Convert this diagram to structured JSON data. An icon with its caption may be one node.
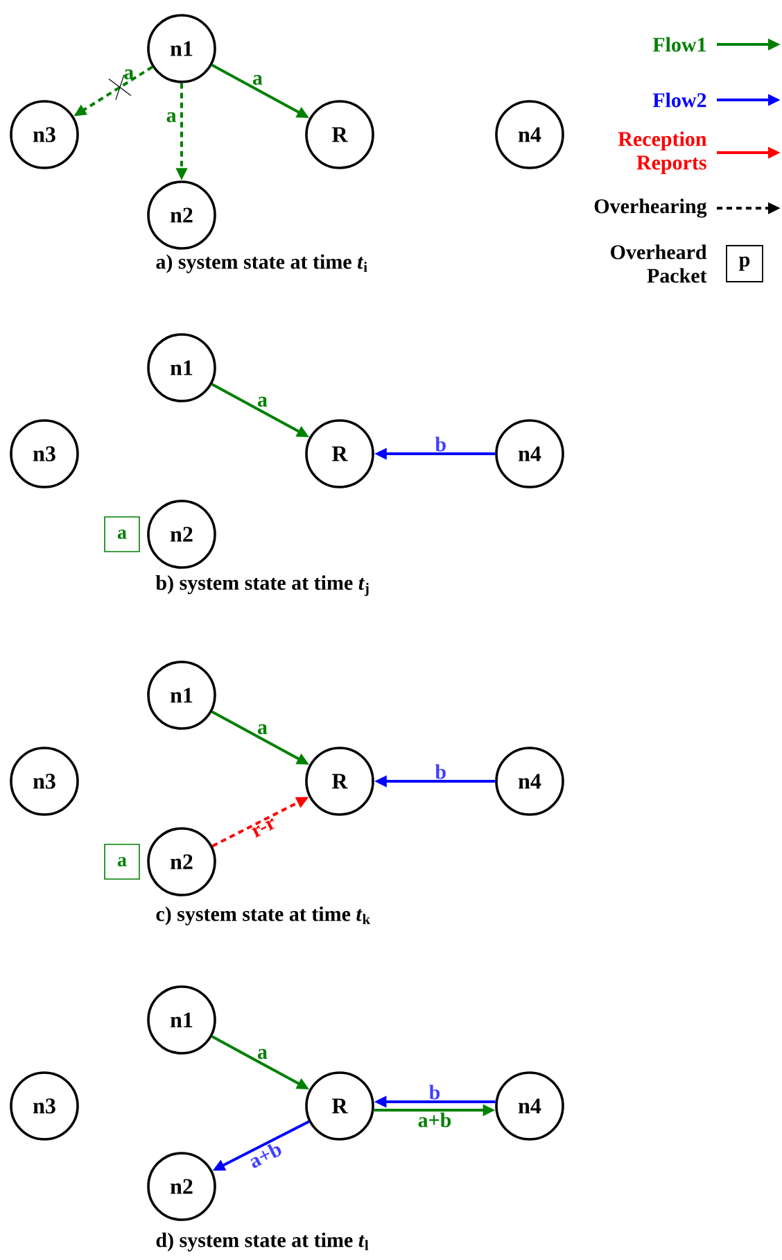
{
  "diagram": {
    "nodes": [
      {
        "text": [
          "n1"
        ]
      },
      {
        "text": [
          "n3"
        ]
      },
      {
        "text": [
          "R"
        ]
      },
      {
        "text": [
          "n4"
        ]
      },
      {
        "text": [
          "n2"
        ]
      },
      {
        "text": [
          "n1"
        ]
      },
      {
        "text": [
          "n3"
        ]
      },
      {
        "text": [
          "R"
        ]
      },
      {
        "text": [
          "n4"
        ]
      },
      {
        "text": [
          "a"
        ]
      },
      {
        "text": [
          "n2"
        ]
      },
      {
        "text": [
          "n1"
        ]
      },
      {
        "text": [
          "n3"
        ]
      },
      {
        "text": [
          "R"
        ]
      },
      {
        "text": [
          "n4"
        ]
      },
      {
        "text": [
          "a"
        ]
      },
      {
        "text": [
          "n2"
        ]
      },
      {
        "text": [
          "n1"
        ]
      },
      {
        "text": [
          "n3"
        ]
      },
      {
        "text": [
          "R"
        ]
      },
      {
        "text": [
          "n4"
        ]
      },
      {
        "text": [
          "n2"
        ]
      }
    ],
    "edges": [
      {
        "from": 0,
        "to": 1,
        "arrow": "to",
        "style": "dashed",
        "label": "a"
      },
      {
        "from": 0,
        "to": 4,
        "arrow": "to",
        "style": "dashed",
        "label": "a"
      },
      {
        "from": 0,
        "to": 2,
        "arrow": "to",
        "label": "a"
      },
      {
        "from": 5,
        "to": 7,
        "arrow": "to",
        "label": "a"
      },
      {
        "from": 8,
        "to": 7,
        "arrow": "to",
        "color": "#0000ff",
        "label": "b"
      },
      {
        "from": 11,
        "to": 13,
        "arrow": "to",
        "label": "a"
      },
      {
        "from": 14,
        "to": 13,
        "arrow": "to",
        "color": "#0000ff",
        "label": "b"
      },
      {
        "from": 16,
        "to": 13,
        "arrow": "to",
        "style": "dashed",
        "color": "#ff0000",
        "label": "r-r"
      },
      {
        "from": 17,
        "to": 19,
        "arrow": "to",
        "label": "a"
      },
      {
        "from": 20,
        "to": 19,
        "arrow": "to",
        "color": "#0000ff",
        "label": "b"
      },
      {
        "from": 19,
        "to": 20,
        "arrow": "to",
        "label": "a+b"
      },
      {
        "from": 19,
        "to": 21,
        "arrow": "to",
        "color": "#0000ff",
        "label": "a+b"
      }
    ],
    "labels": [
      "a) system state at time *t*$_{i}$",
      "p",
      "b) system state at time *t*$_{j}$",
      "c) system state at time *t*$_{k}$",
      "d) system state at time *t*$_{l}$"
    ],
    "legend": [
      {
        "text": "Flow1",
        "color": "#008000"
      },
      {
        "text": "Flow2",
        "color": "#0000ff"
      },
      {
        "text": "Reception Reports",
        "color": "#ff0000"
      },
      {
        "text": "Overhearing"
      },
      {
        "text": "Overheard Packet"
      }
    ]
  }
}
